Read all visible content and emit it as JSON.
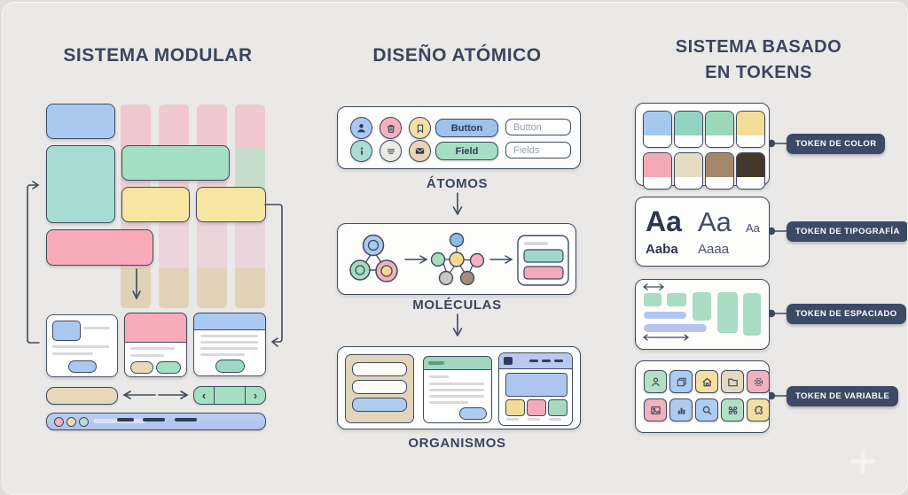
{
  "palette": {
    "background": "#eae9e7",
    "ink": "#3c455e",
    "blue": "#a9c9f1",
    "teal": "#a6dcd3",
    "green": "#a5dfc1",
    "yellow": "#f7e5a2",
    "pink": "#f8aab9",
    "tan": "#e7d8bb",
    "token_pill_bg": "#3d4a66"
  },
  "modular": {
    "title": "SISTEMA MODULAR"
  },
  "atomic": {
    "title": "DISEÑO ATÓMICO",
    "atoms_label": "ÁTOMOS",
    "molecules_label": "MOLÉCULAS",
    "organisms_label": "ORGANISMOS",
    "button_pill_label": "Button",
    "button_field_placeholder": "Button",
    "field_pill_label": "Field",
    "fields_field_placeholder": "Fields",
    "atom_icons": [
      "user-icon",
      "trash-icon",
      "bookmark-icon",
      "info-icon",
      "menu-icon",
      "mail-icon"
    ]
  },
  "tokens": {
    "title_line1": "SISTEMA BASADO",
    "title_line2": "EN TOKENS",
    "labels": {
      "color": "TOKEN DE COLOR",
      "typography": "TOKEN DE TIPOGRAFÍA",
      "spacing": "TOKEN DE ESPACIADO",
      "variable": "TOKEN DE VARIABLE"
    },
    "color_swatches": [
      "#a5c8ef",
      "#93d3c2",
      "#9bd8ba",
      "#f4dd96",
      "#f5a9b6",
      "#e4dcc3",
      "#a5876d",
      "#44382c"
    ],
    "typography_samples": {
      "large_bold": "Aa",
      "large_regular": "Aa",
      "small": "Aa",
      "word_bold": "Aaba",
      "word_regular": "Aaaa"
    },
    "variable_icons": [
      "user-icon",
      "layers-icon",
      "home-icon",
      "folder-icon",
      "gear-icon",
      "image-icon",
      "chart-icon",
      "search-icon",
      "network-icon",
      "puzzle-icon"
    ]
  },
  "stepper": {
    "prev": "‹",
    "next": "›"
  }
}
